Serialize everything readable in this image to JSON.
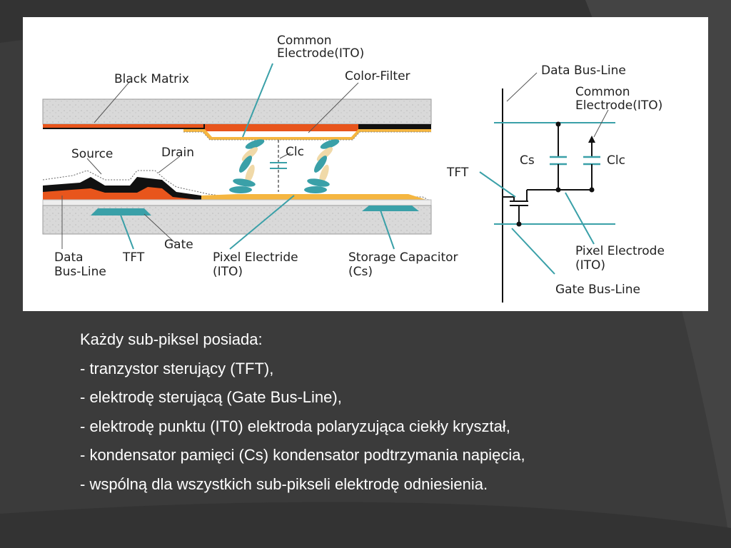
{
  "diagram": {
    "labels": {
      "common_electrode_1": "Common",
      "common_electrode_2": "Electrode(ITO)",
      "black_matrix": "Black Matrix",
      "color_filter": "Color-Filter",
      "source": "Source",
      "drain": "Drain",
      "clc_left": "Clc",
      "gate": "Gate",
      "data_bus_1": "Data",
      "data_bus_2": "Bus-Line",
      "tft_left": "TFT",
      "pixel_electride_1": "Pixel Electride",
      "pixel_electride_2": "(ITO)",
      "storage_cap_1": "Storage Capacitor",
      "storage_cap_2": "(Cs)",
      "data_bus_line": "Data Bus-Line",
      "common_electrode_r1": "Common",
      "common_electrode_r2": "Electrode(ITO)",
      "tft_right": "TFT",
      "cs": "Cs",
      "clc_right": "Clc",
      "pixel_electrode_1": "Pixel Electrode",
      "pixel_electrode_2": "(ITO)",
      "gate_bus_line": "Gate Bus-Line"
    },
    "colors": {
      "teal": "#3aa0a8",
      "orange": "#e8551c",
      "black_matrix": "#111111",
      "color_filter": "#f5b640",
      "glass": "#dcdcdc"
    }
  },
  "caption": {
    "lines": [
      "Każdy sub-piksel posiada:",
      "- tranzystor sterujący (TFT),",
      "- elektrodę sterującą (Gate Bus-Line),",
      "- elektrodę punktu (IT0) elektroda polaryzująca ciekły kryształ,",
      "- kondensator pamięci (Cs) kondensator podtrzymania napięcia,",
      "- wspólną dla wszystkich sub-pikseli elektrodę odniesienia."
    ]
  }
}
